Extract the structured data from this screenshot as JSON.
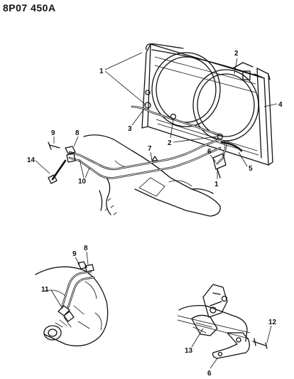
{
  "page_code": "8P07 450A",
  "callouts": {
    "c1a": "1",
    "c2a": "2",
    "c3": "3",
    "c4": "4",
    "c2b": "2",
    "c1b": "1",
    "c5": "5",
    "c6a": "6",
    "c7": "7",
    "c8a": "8",
    "c9a": "9",
    "c10": "10",
    "c14": "14",
    "c8b": "8",
    "c9b": "9",
    "c11": "11",
    "c12": "12",
    "c13": "13",
    "c6b": "6"
  }
}
